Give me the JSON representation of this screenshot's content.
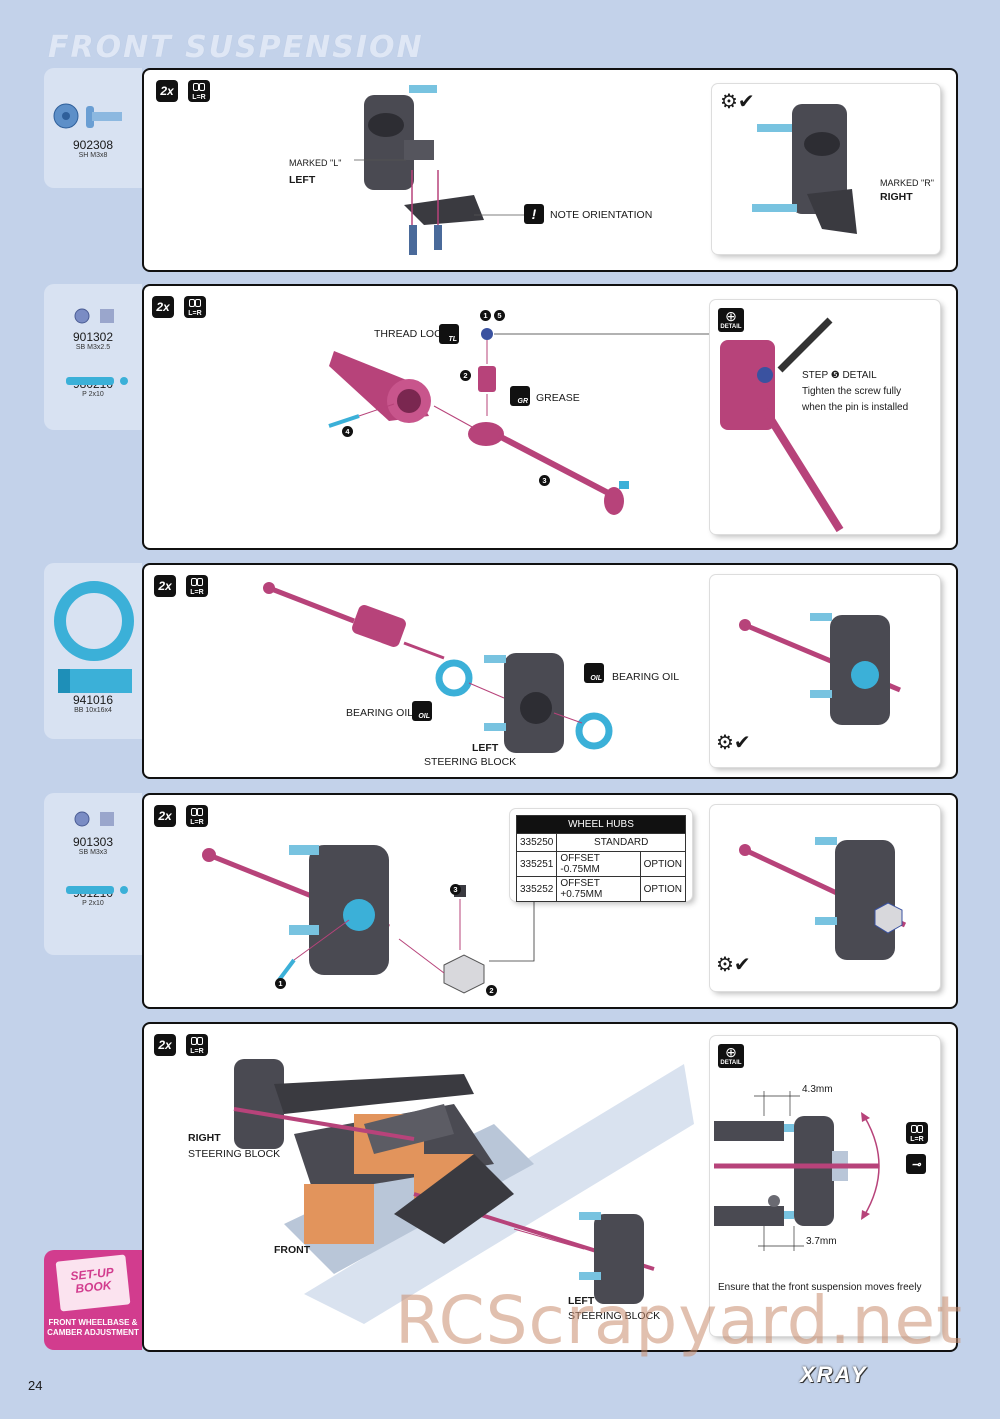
{
  "page": {
    "title": "FRONT SUSPENSION",
    "page_number": "24",
    "watermark": "RCScrapyard.net",
    "brand": "XRAY"
  },
  "badges": {
    "qty": "2x",
    "lr": "L=R"
  },
  "icons": {
    "detail": "DETAIL",
    "tl": "TL",
    "gr": "GR",
    "oil": "OIL"
  },
  "step1": {
    "part_code": "902308",
    "part_spec": "SH M3x8",
    "marked_l": "MARKED \"L\"",
    "left": "LEFT",
    "note": "NOTE ORIENTATION",
    "marked_r": "MARKED \"R\"",
    "right": "RIGHT"
  },
  "step2": {
    "parts": [
      {
        "code": "901302",
        "spec": "SB M3x2.5"
      },
      {
        "code": "980210",
        "spec": "P 2x10"
      }
    ],
    "thread_lock": "THREAD LOCK",
    "grease": "GREASE",
    "n1": "1",
    "n2": "2",
    "n3": "3",
    "n4": "4",
    "n5": "5",
    "detail_title": "STEP ❺ DETAIL",
    "detail_line1": "Tighten the screw fully",
    "detail_line2": "when the pin is installed"
  },
  "step3": {
    "part_code": "941016",
    "part_spec": "BB 10x16x4",
    "bearing_oil": "BEARING OIL",
    "left": "LEFT",
    "steering_block": "STEERING BLOCK"
  },
  "step4": {
    "parts": [
      {
        "code": "901303",
        "spec": "SB M3x3"
      },
      {
        "code": "981210",
        "spec": "P 2x10"
      }
    ],
    "n1": "1",
    "n2": "2",
    "n3": "3",
    "table_title": "WHEEL HUBS",
    "rows": [
      {
        "code": "335250",
        "desc": "STANDARD",
        "opt": ""
      },
      {
        "code": "335251",
        "desc": "OFFSET -0.75MM",
        "opt": "OPTION"
      },
      {
        "code": "335252",
        "desc": "OFFSET +0.75MM",
        "opt": "OPTION"
      }
    ]
  },
  "step5": {
    "right": "RIGHT",
    "steering_block": "STEERING BLOCK",
    "front": "FRONT",
    "left": "LEFT",
    "dim_top": "4.3mm",
    "dim_bottom": "3.7mm",
    "note": "Ensure that the front suspension moves freely",
    "setup_book": "SET-UP BOOK",
    "setup_caption": "FRONT WHEELBASE & CAMBER ADJUSTMENT"
  },
  "colors": {
    "background": "#c3d2ea",
    "magenta": "#b7437a",
    "part_blue": "#58b8d8",
    "grey_part": "#4a4a52"
  }
}
